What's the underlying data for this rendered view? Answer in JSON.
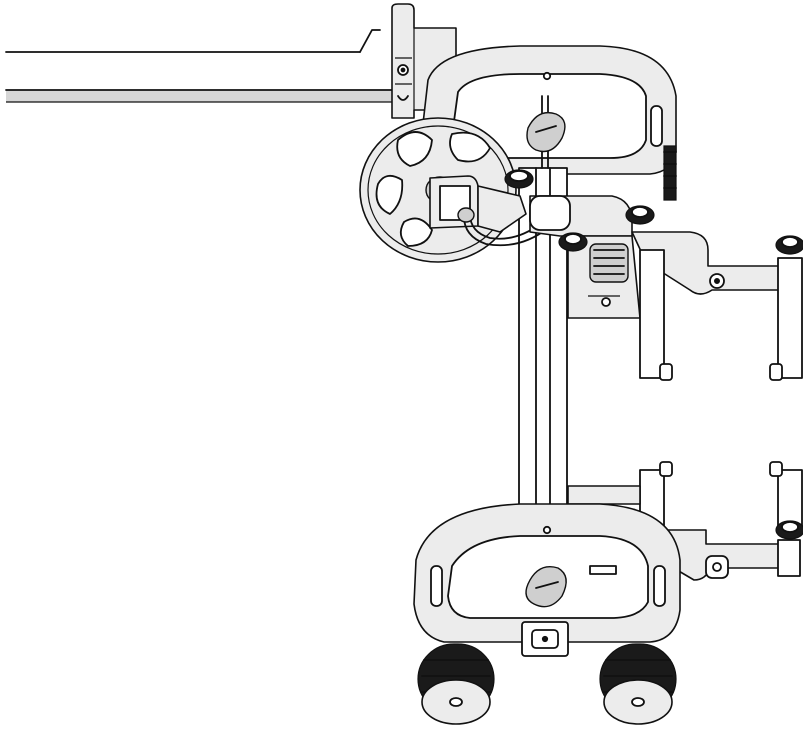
{
  "figure": {
    "subject": "camera dolly",
    "components": [
      "track-rail",
      "rail-clamp",
      "top-handle-frame",
      "hand-wheel",
      "vertical-column",
      "column-clamp-assembly",
      "right-arm-upper",
      "right-arm-lower",
      "bottom-handle-frame",
      "lower-wheel-left",
      "lower-wheel-right"
    ]
  },
  "colors": {
    "line": "#111111",
    "background": "#ffffff",
    "body_fill": "#ececec",
    "shadow_fill": "#cfcfcf",
    "rubber": "#1a1a1a"
  }
}
